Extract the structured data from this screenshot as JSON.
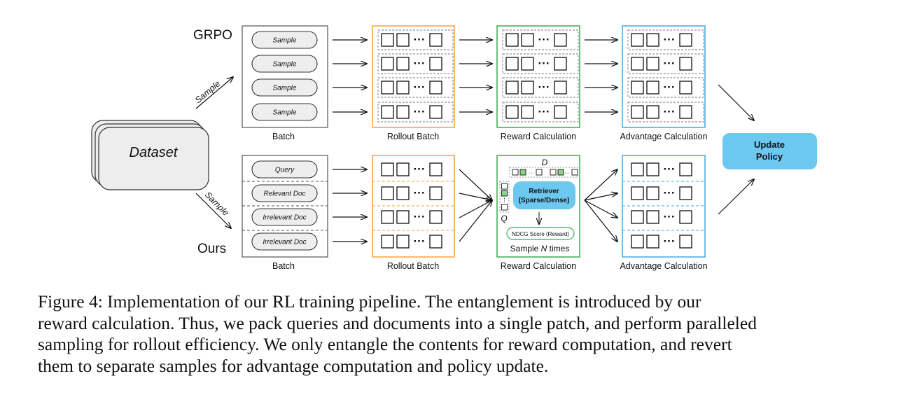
{
  "colors": {
    "orange": "#f5a13c",
    "green": "#3bab52",
    "blue": "#4aa6dc",
    "policy_fill": "#6dc8f0",
    "retriever_fill": "#6dc8f0",
    "pill_fill": "#eeeeee",
    "retriever_green": "#8bd08b"
  },
  "labels": {
    "grpo": "GRPO",
    "ours": "Ours",
    "dataset": "Dataset",
    "sample_top": "Sample",
    "sample_bottom": "Sample",
    "update_policy_line1": "Update",
    "update_policy_line2": "Policy",
    "retriever_line1": "Retriever",
    "retriever_line2": "(Sparse/Dense)",
    "ndcg": "NDCG Score (Reward)",
    "sample_n_prefix": "Sample ",
    "sample_n_var": "N",
    "sample_n_suffix": " times",
    "d_label": "D",
    "q_label": "Q",
    "ellipsis": "···"
  },
  "top_row": {
    "batch_items": [
      "Sample",
      "Sample",
      "Sample",
      "Sample"
    ],
    "labels": [
      "Batch",
      "Rollout Batch",
      "Reward Calculation",
      "Advantage Calculation"
    ]
  },
  "bottom_row": {
    "batch_items": [
      "Query",
      "Relevant Doc",
      "Irrelevant Doc",
      "Irrelevant Doc"
    ],
    "labels": [
      "Batch",
      "Rollout Batch",
      "Reward Calculation",
      "Advantage Calculation"
    ]
  },
  "caption": [
    "Figure 4:  Implementation of our RL training pipeline.  The entanglement is introduced by our",
    "reward calculation. Thus, we pack queries and documents into a single patch, and perform paralleled",
    "sampling for rollout efficiency. We only entangle the contents for reward computation, and revert",
    "them to separate samples for advantage computation and policy update."
  ]
}
